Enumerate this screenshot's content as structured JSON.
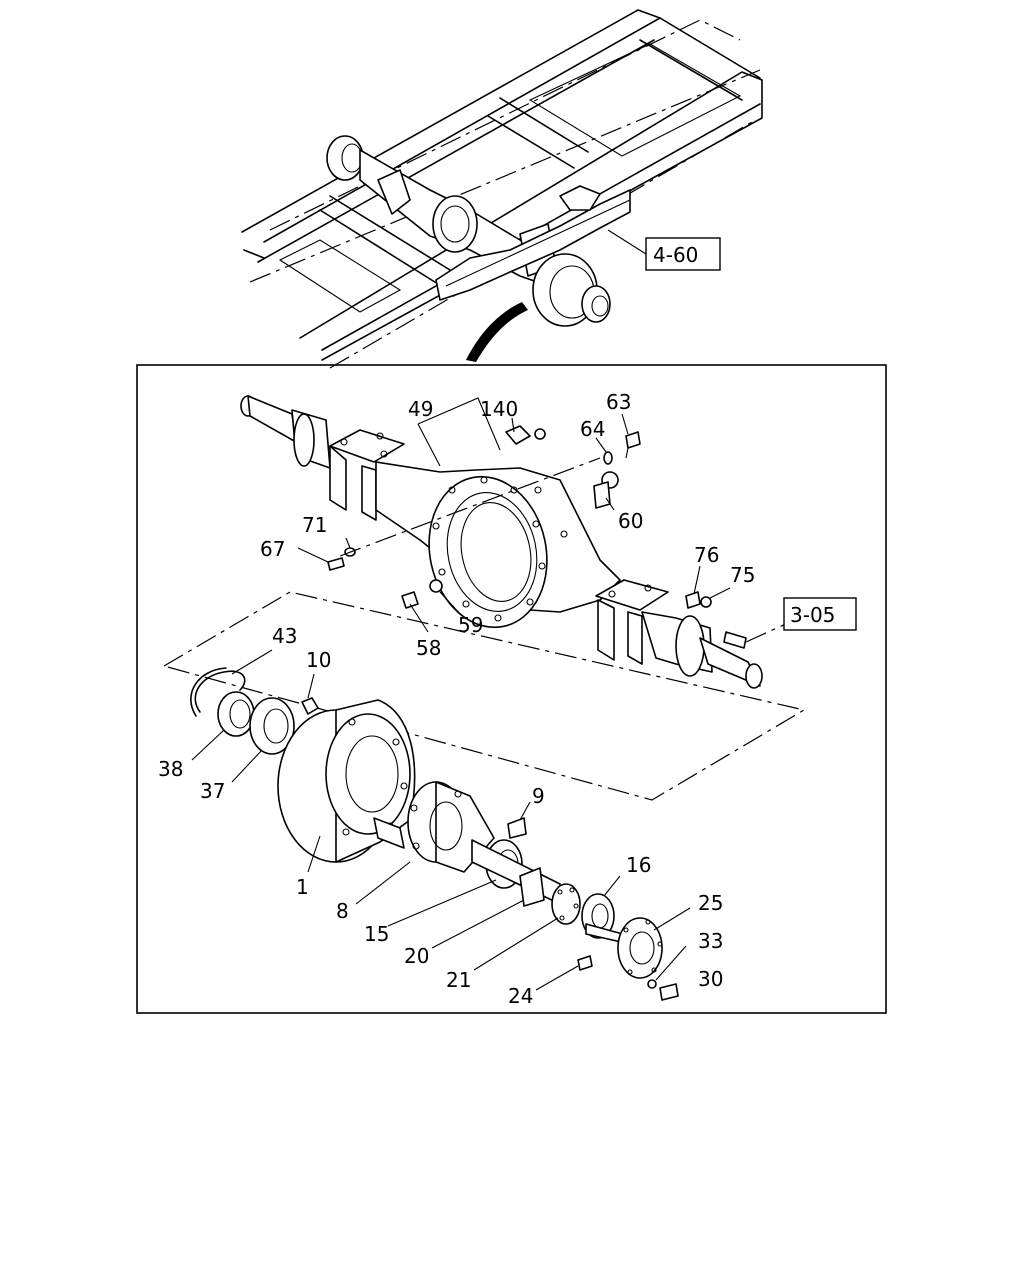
{
  "references": {
    "frame_ref": "4-60",
    "hub_ref": "3-05"
  },
  "callouts": {
    "c1": "1",
    "c8": "8",
    "c9": "9",
    "c10": "10",
    "c15": "15",
    "c16": "16",
    "c20": "20",
    "c21": "21",
    "c24": "24",
    "c25": "25",
    "c30": "30",
    "c33": "33",
    "c37": "37",
    "c38": "38",
    "c43": "43",
    "c49": "49",
    "c58": "58",
    "c59": "59",
    "c60": "60",
    "c63": "63",
    "c64": "64",
    "c67": "67",
    "c71": "71",
    "c75": "75",
    "c76": "76",
    "c140": "140"
  }
}
